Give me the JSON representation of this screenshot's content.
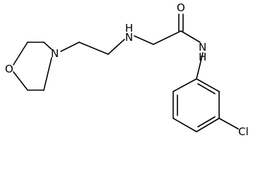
{
  "structure": {
    "atoms": {
      "morpholine_o": "O",
      "morpholine_n": "N",
      "amine_h": "H",
      "amine_n": "N",
      "carbonyl_o": "O",
      "amide_n": "N",
      "amide_h": "H",
      "chlorine": "Cl"
    }
  }
}
